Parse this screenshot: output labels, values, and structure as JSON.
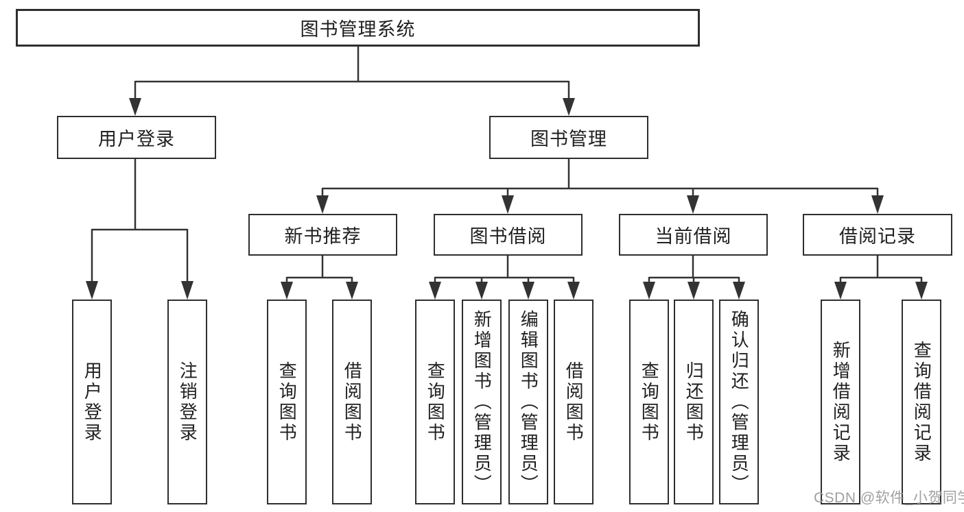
{
  "nodes": {
    "root": "图书管理系统",
    "user_login": "用户登录",
    "book_mgmt": "图书管理",
    "sections": [
      "新书推荐",
      "图书借阅",
      "当前借阅",
      "借阅记录"
    ],
    "leaves": {
      "login": [
        "用户登录",
        "注销登录"
      ],
      "recommend": [
        "查询图书",
        "借阅图书"
      ],
      "borrow": [
        "查询图书",
        "新增图书（管理员）",
        "编辑图书（管理员）",
        "借阅图书"
      ],
      "current": [
        "查询图书",
        "归还图书",
        "确认归还（管理员）"
      ],
      "records": [
        "新增借阅记录",
        "查询借阅记录"
      ]
    }
  },
  "watermark": "CSDN @软件_小贺同学",
  "colors": {
    "line": "#333333",
    "box_border": "#2e2e2e",
    "text": "#1f1f1f",
    "watermark": "#a0a0a0",
    "background": "#ffffff"
  }
}
